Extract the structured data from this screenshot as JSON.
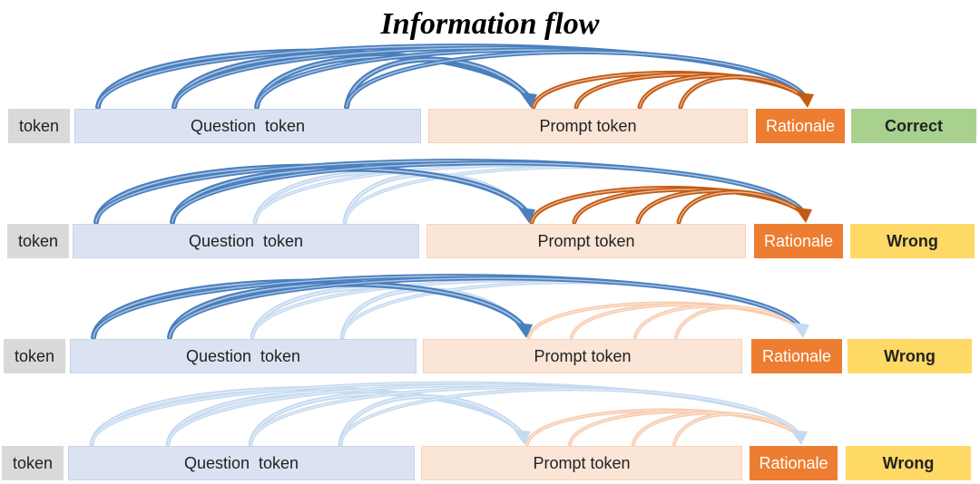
{
  "title": "Information flow",
  "rows": [
    {
      "token": "token",
      "question": "Question  token",
      "prompt": "Prompt token",
      "rationale": "Rationale",
      "result": "Correct",
      "result_type": "correct",
      "active_question_arcs": 4,
      "prompt_arcs_active": true
    },
    {
      "token": "token",
      "question": "Question  token",
      "prompt": "Prompt token",
      "rationale": "Rationale",
      "result": "Wrong",
      "result_type": "wrong",
      "active_question_arcs": 2,
      "prompt_arcs_active": true
    },
    {
      "token": "token",
      "question": "Question  token",
      "prompt": "Prompt token",
      "rationale": "Rationale",
      "result": "Wrong",
      "result_type": "wrong",
      "active_question_arcs": 2,
      "prompt_arcs_active": false
    },
    {
      "token": "token",
      "question": "Question  token",
      "prompt": "Prompt token",
      "rationale": "Rationale",
      "result": "Wrong",
      "result_type": "wrong",
      "active_question_arcs": 0,
      "prompt_arcs_active": false
    }
  ],
  "colors": {
    "question_arc_active": "#4a7fbf",
    "question_arc_faded": "#c5daf0",
    "prompt_arc_active": "#c55a11",
    "prompt_arc_faded": "#f8cbad",
    "rationale": "#ed7d31",
    "correct": "#a9d18e",
    "wrong": "#ffd966",
    "token": "#d9d9d9"
  }
}
